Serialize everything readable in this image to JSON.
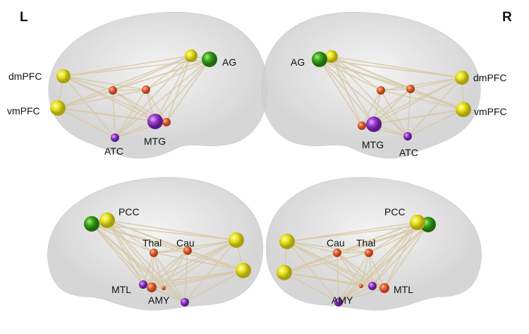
{
  "colors": {
    "yellow": "#e8e21c",
    "green": "#3aa61c",
    "orange": "#e8683a",
    "purple": "#9b3fd0",
    "edge": "#d8c9a6",
    "brain": "#d9d9d9"
  },
  "hemispheres": {
    "left": "L",
    "right": "R"
  },
  "panels": [
    {
      "id": "left-lateral",
      "labels": {
        "dmPFC": "dmPFC",
        "vmPFC": "vmPFC",
        "AG": "AG",
        "ATC": "ATC",
        "MTG": "MTG"
      }
    },
    {
      "id": "right-lateral",
      "labels": {
        "dmPFC": "dmPFC",
        "vmPFC": "vmPFC",
        "AG": "AG",
        "ATC": "ATC",
        "MTG": "MTG"
      }
    },
    {
      "id": "left-medial",
      "labels": {
        "PCC": "PCC",
        "Thal": "Thal",
        "Cau": "Cau",
        "MTL": "MTL",
        "AMY": "AMY"
      }
    },
    {
      "id": "right-medial",
      "labels": {
        "PCC": "PCC",
        "Thal": "Thal",
        "Cau": "Cau",
        "MTL": "MTL",
        "AMY": "AMY"
      }
    }
  ]
}
